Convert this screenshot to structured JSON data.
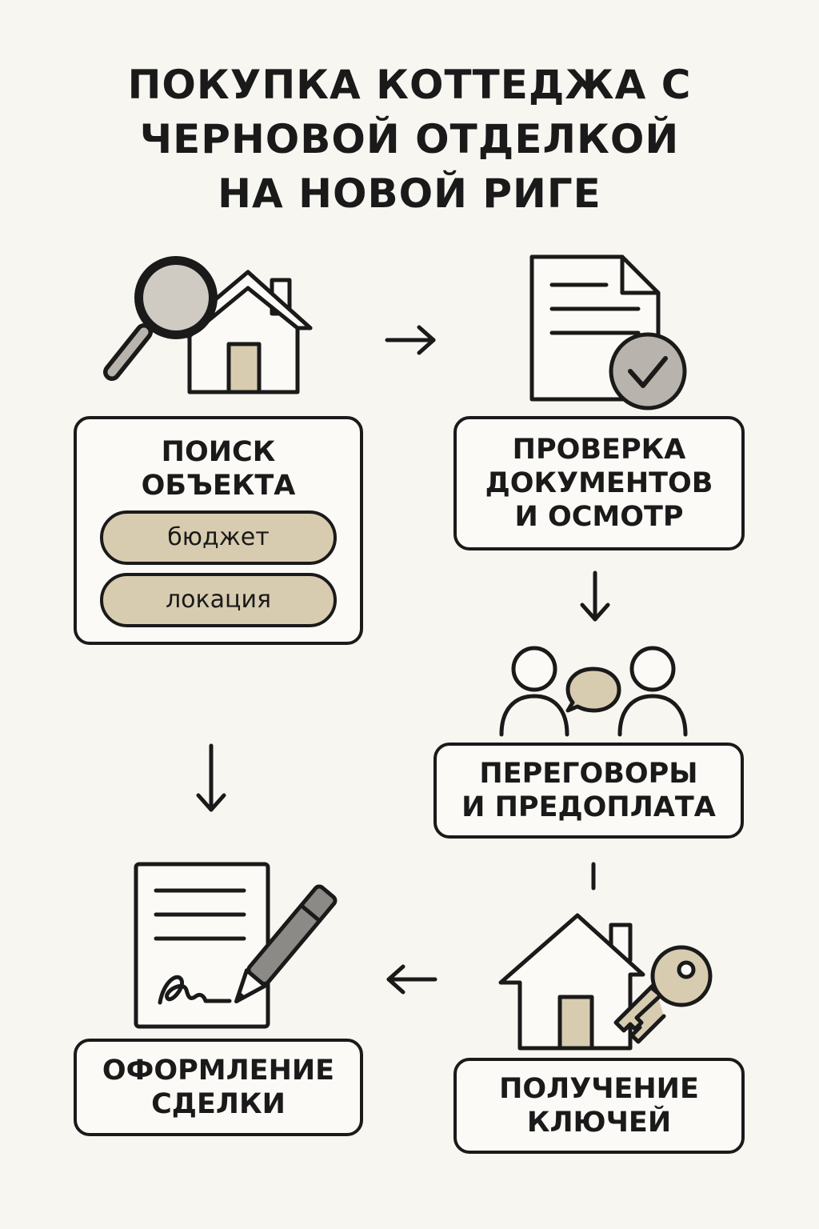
{
  "title": {
    "line1": "ПОКУПКА КОТТЕДЖА С",
    "line2": "ЧЕРНОВОЙ ОТДЕЛКОЙ",
    "line3": "НА НОВОЙ РИГЕ"
  },
  "steps": {
    "search": {
      "line1": "ПОИСК",
      "line2": "ОБЪЕКТА",
      "tags": [
        "бюджет",
        "локация"
      ]
    },
    "check": {
      "line1": "ПРОВЕРКА",
      "line2": "ДОКУМЕНТОВ",
      "line3": "И ОСМОТР"
    },
    "negotiation": {
      "line1": "ПЕРЕГОВОРЫ",
      "line2": "И ПРЕДОПЛАТА"
    },
    "keys": {
      "line1": "ПОЛУЧЕНИЕ",
      "line2": "КЛЮЧЕЙ"
    },
    "deal": {
      "line1": "ОФОРМЛЕНИЕ",
      "line2": "СДЕЛКИ"
    }
  },
  "colors": {
    "background": "#f8f6f1",
    "stroke": "#1a1a1a",
    "accent_tan": "#d8ccb0",
    "accent_gray": "#b8b4ad"
  },
  "icons": {
    "search": [
      "magnifier-icon",
      "house-icon"
    ],
    "check": [
      "document-check-icon"
    ],
    "negotiation": [
      "people-chat-icon"
    ],
    "keys": [
      "house-icon",
      "key-icon"
    ],
    "deal": [
      "contract-pen-icon"
    ]
  }
}
